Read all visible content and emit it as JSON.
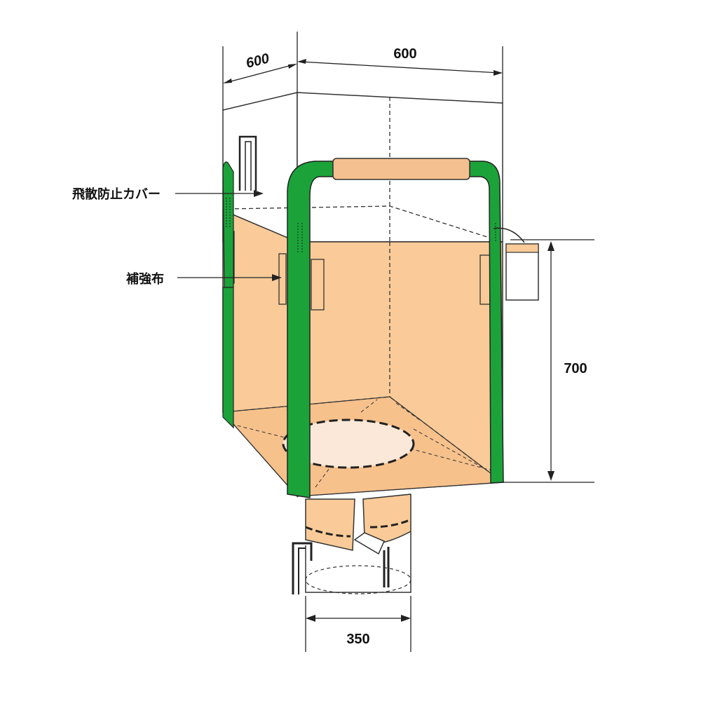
{
  "labels": {
    "dust_cover": "飛散防止カバー",
    "reinforcement": "補強布"
  },
  "dimensions": {
    "top_depth": "600",
    "top_width": "600",
    "height": "700",
    "spout_diameter": "350"
  },
  "colors": {
    "bag_fill": "#FACB98",
    "bag_bottom": "#F7C18C",
    "belt": "#1BA33A",
    "handle_sleeve": "#F4C08F",
    "outline": "#222222",
    "hole": "#FCE8D8"
  }
}
